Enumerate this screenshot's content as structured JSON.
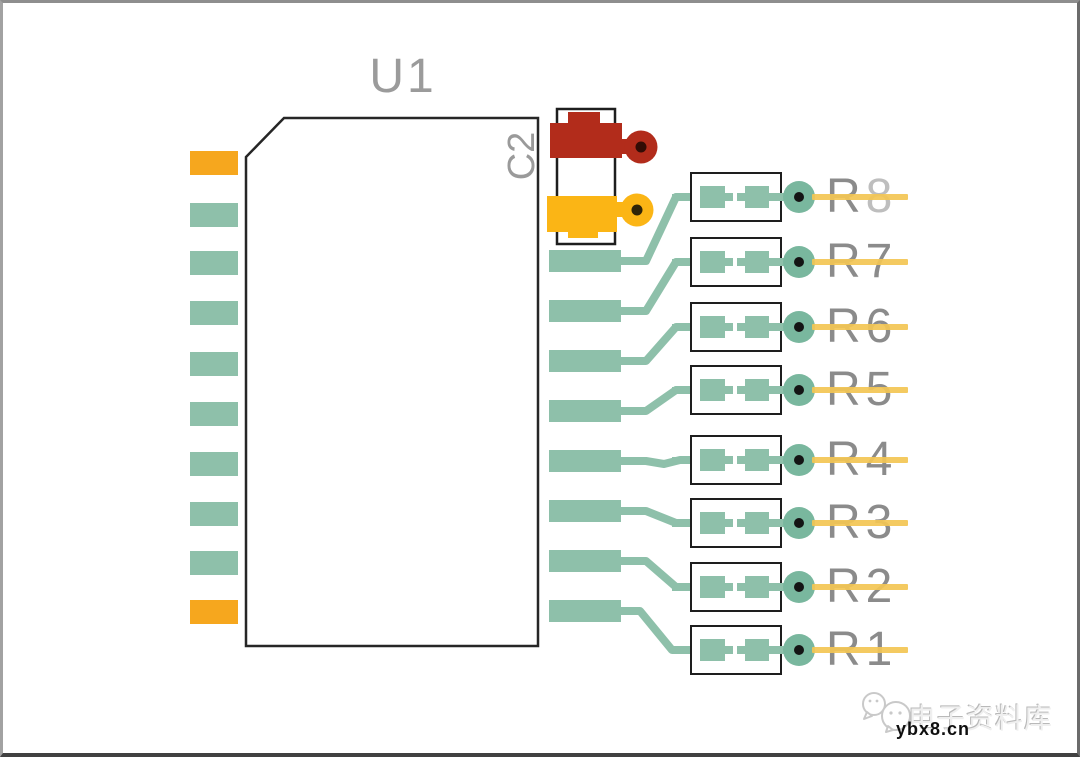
{
  "board": {
    "chip": {
      "ref": "U1",
      "left_pad_colors": [
        "orange",
        "green",
        "green",
        "green",
        "green",
        "green",
        "green",
        "green",
        "green",
        "orange"
      ],
      "right_pad_count": 8
    },
    "capacitor": {
      "ref": "C2",
      "terminals": [
        {
          "name": "red-wire-lug",
          "color": "#b22c1b"
        },
        {
          "name": "yellow-wire-lug",
          "color": "#fbb515"
        }
      ]
    },
    "resistors": [
      {
        "ref": "R8",
        "char0": "R",
        "char1": "8"
      },
      {
        "ref": "R7"
      },
      {
        "ref": "R6"
      },
      {
        "ref": "R5"
      },
      {
        "ref": "R4"
      },
      {
        "ref": "R3"
      },
      {
        "ref": "R2"
      },
      {
        "ref": "R1"
      }
    ],
    "watermark": {
      "label": "电子资料库",
      "site": "ybx8.cn",
      "icon": "chat-bubbles-icon"
    },
    "palette": {
      "pad_green": "#8ec0aa",
      "via_green": "#79b79e",
      "pad_orange": "#f6a71e",
      "cap_yellow": "#fbb515",
      "cap_red": "#b22c1b",
      "net_line_orange": "#f3c554",
      "silkscreen_gray": "#9b9b9b",
      "label_gray": "#8b8b8b",
      "outline_black": "#1e1e1e"
    }
  }
}
